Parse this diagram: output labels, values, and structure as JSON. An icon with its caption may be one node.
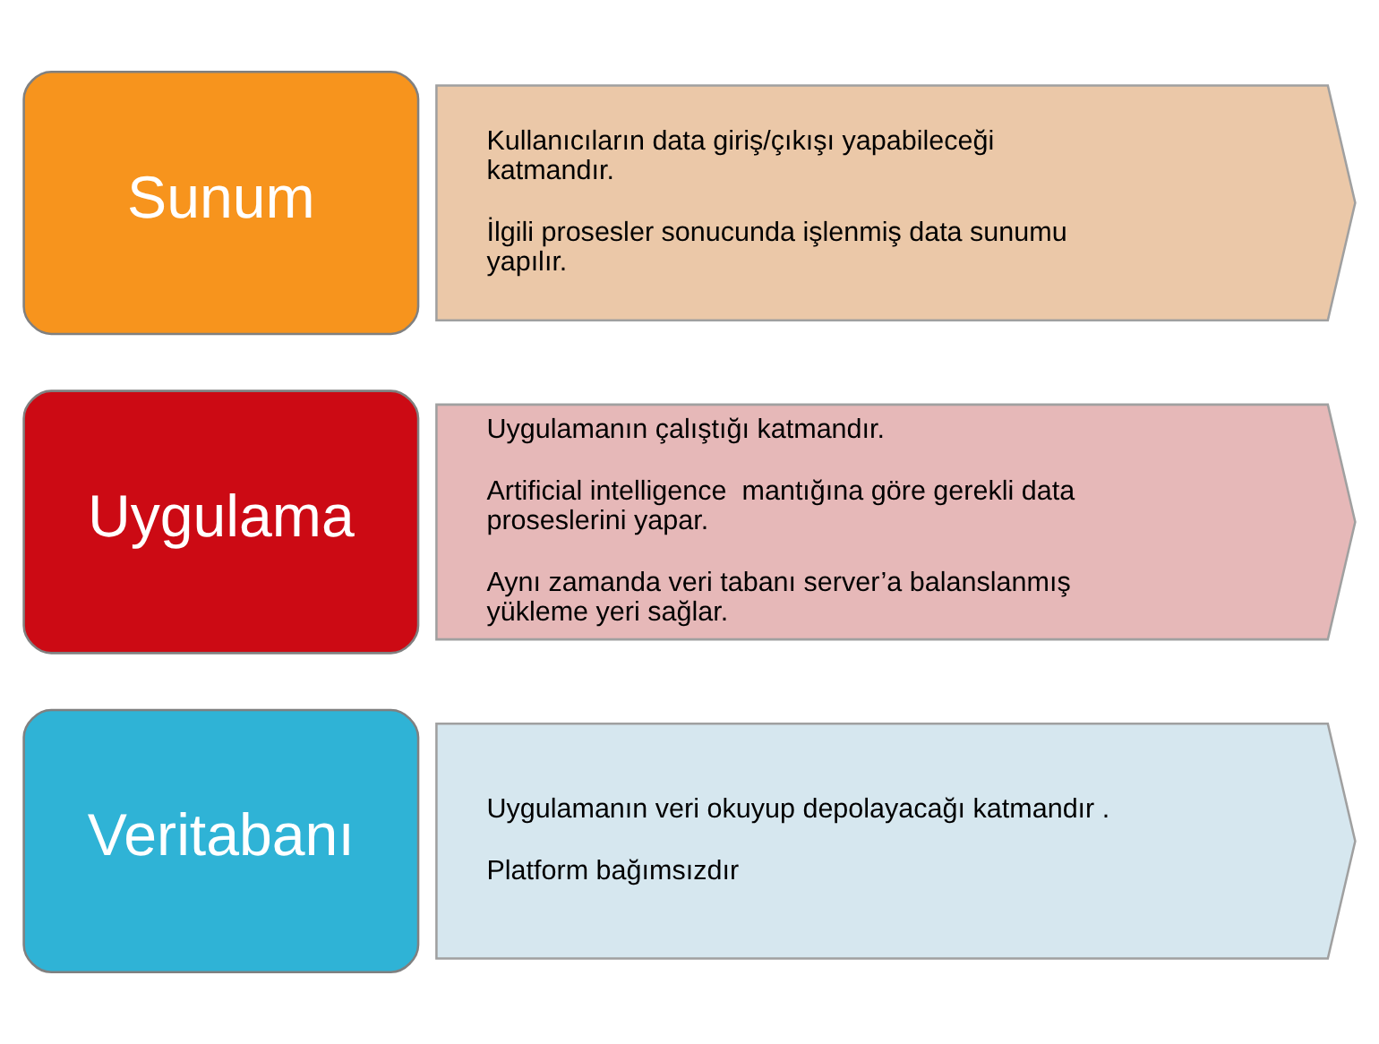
{
  "diagram": {
    "nodes": [
      {
        "text": [
          "Veritabanı"
        ]
      },
      {
        "text": [
          "Uygulamanın veri okuyup depolayacağı katmandır .",
          "Platform bağımsızdır"
        ]
      },
      {
        "text": [
          "Uygulama"
        ]
      },
      {
        "text": [
          "Uygulamanın çalıştığı katmandır.",
          "Artificial intelligence  mantığına göre gerekli data proseslerini yapar.",
          "Aynı zamanda veri tabanı server’a balanslanmış yükleme yeri sağlar."
        ]
      },
      {
        "text": [
          "Sunum"
        ]
      },
      {
        "text": [
          "Kullanıcıların data giriş/çıkışı yapabileceği katmandır.",
          "İlgili prosesler sonucunda işlenmiş data sunumu yapılır."
        ]
      }
    ]
  }
}
